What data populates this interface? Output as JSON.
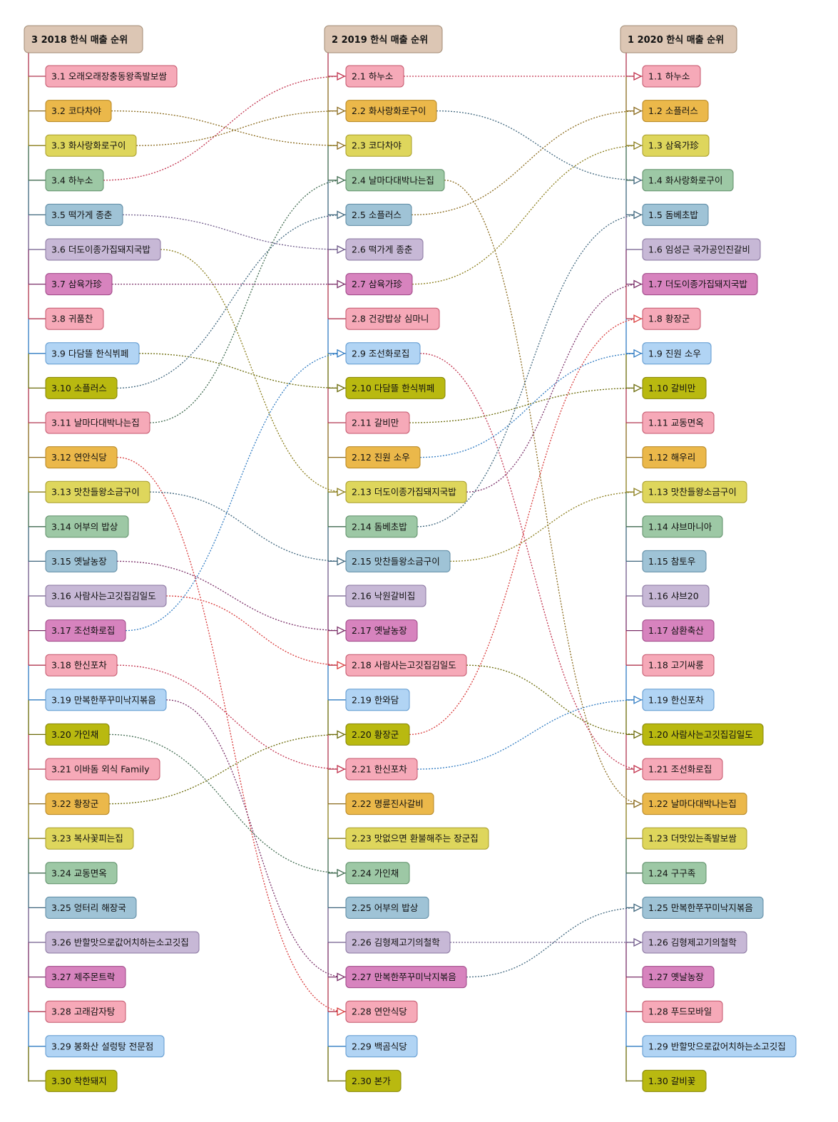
{
  "columns": [
    {
      "id": "c2018",
      "title": "3   2018 한식 매출 순위",
      "items": [
        {
          "label": "3.1   오래오래장충동왕족발보쌈",
          "color": "pink"
        },
        {
          "label": "3.2  코다차야",
          "color": "orange"
        },
        {
          "label": "3.3  화사랑화로구이",
          "color": "yellow"
        },
        {
          "label": "3.4  하누소",
          "color": "green"
        },
        {
          "label": "3.5  떡가게 종춘",
          "color": "blue"
        },
        {
          "label": "3.6   더도이종가집돼지국밥",
          "color": "lavender"
        },
        {
          "label": "3.7  삼육가珍",
          "color": "magenta"
        },
        {
          "label": "3.8  귀품찬",
          "color": "pink"
        },
        {
          "label": "3.9  다담뜰 한식뷔페",
          "color": "lightblue"
        },
        {
          "label": "3.10  소플러스",
          "color": "olive"
        },
        {
          "label": "3.11  날마다대박나는집",
          "color": "pink"
        },
        {
          "label": "3.12  연안식당",
          "color": "orange"
        },
        {
          "label": "3.13  맛찬들왕소금구이",
          "color": "yellow"
        },
        {
          "label": "3.14  어부의 밥상",
          "color": "green"
        },
        {
          "label": "3.15  옛날농장",
          "color": "blue"
        },
        {
          "label": "3.16   사람사는고깃집김일도",
          "color": "lavender"
        },
        {
          "label": "3.17  조선화로집",
          "color": "magenta"
        },
        {
          "label": "3.18  한신포차",
          "color": "pink"
        },
        {
          "label": "3.19   만복한쭈꾸미낙지볶음",
          "color": "lightblue"
        },
        {
          "label": "3.20  가인채",
          "color": "olive"
        },
        {
          "label": "3.21 이바돔 외식 Family",
          "color": "pink"
        },
        {
          "label": "3.22  황장군",
          "color": "orange"
        },
        {
          "label": "3.23  복사꽃피는집",
          "color": "yellow"
        },
        {
          "label": "3.24  교동면옥",
          "color": "green"
        },
        {
          "label": "3.25  엉터리 해장국",
          "color": "blue"
        },
        {
          "label": "3.26   반할맛으로값어치하는소고깃집",
          "color": "lavender"
        },
        {
          "label": "3.27  제주몬트락",
          "color": "magenta"
        },
        {
          "label": "3.28  고래감자탕",
          "color": "pink"
        },
        {
          "label": "3.29  봉화산 설렁탕 전문점",
          "color": "lightblue"
        },
        {
          "label": "3.30  착한돼지",
          "color": "olive"
        }
      ]
    },
    {
      "id": "c2019",
      "title": "2   2019 한식 매출 순위",
      "items": [
        {
          "label": "2.1  하누소",
          "color": "pink"
        },
        {
          "label": "2.2  화사랑화로구이",
          "color": "orange"
        },
        {
          "label": "2.3  코다차야",
          "color": "yellow"
        },
        {
          "label": "2.4   날마다대박나는집",
          "color": "green"
        },
        {
          "label": "2.5  소플러스",
          "color": "blue"
        },
        {
          "label": "2.6  떡가게 종춘",
          "color": "lavender"
        },
        {
          "label": "2.7  삼육가珍",
          "color": "magenta"
        },
        {
          "label": "2.8  건강밥상 심마니",
          "color": "pink"
        },
        {
          "label": "2.9  조선화로집",
          "color": "lightblue"
        },
        {
          "label": "2.10  다담뜰 한식뷔페",
          "color": "olive"
        },
        {
          "label": "2.11  갈비만",
          "color": "pink"
        },
        {
          "label": "2.12  진원 소우",
          "color": "orange"
        },
        {
          "label": "2.13   더도이종가집돼지국밥",
          "color": "yellow"
        },
        {
          "label": "2.14  돔베초밥",
          "color": "green"
        },
        {
          "label": "2.15   맛찬들왕소금구이",
          "color": "blue"
        },
        {
          "label": "2.16  낙원갈비집",
          "color": "lavender"
        },
        {
          "label": "2.17  옛날농장",
          "color": "magenta"
        },
        {
          "label": "2.18   사람사는고깃집김일도",
          "color": "pink"
        },
        {
          "label": "2.19  한와담",
          "color": "lightblue"
        },
        {
          "label": "2.20  황장군",
          "color": "olive"
        },
        {
          "label": "2.21  한신포차",
          "color": "pink"
        },
        {
          "label": "2.22  명륜진사갈비",
          "color": "orange"
        },
        {
          "label": "2.23   맛없으면 환불해주는 장군집",
          "color": "yellow"
        },
        {
          "label": "2.24  가인채",
          "color": "green"
        },
        {
          "label": "2.25  어부의 밥상",
          "color": "blue"
        },
        {
          "label": "2.26   김형제고기의철학",
          "color": "lavender"
        },
        {
          "label": "2.27   만복한쭈꾸미낙지볶음",
          "color": "magenta"
        },
        {
          "label": "2.28  연안식당",
          "color": "pink"
        },
        {
          "label": "2.29  백곰식당",
          "color": "lightblue"
        },
        {
          "label": "2.30  본가",
          "color": "olive"
        }
      ]
    },
    {
      "id": "c2020",
      "title": "1   2020 한식 매출 순위",
      "items": [
        {
          "label": "1.1  하누소",
          "color": "pink"
        },
        {
          "label": "1.2  소플러스",
          "color": "orange"
        },
        {
          "label": "1.3  삼육가珍",
          "color": "yellow"
        },
        {
          "label": "1.4  화사랑화로구이",
          "color": "green"
        },
        {
          "label": "1.5  돔베초밥",
          "color": "blue"
        },
        {
          "label": "1.6   임성근 국가공인진갈비",
          "color": "lavender"
        },
        {
          "label": "1.7   더도이종가집돼지국밥",
          "color": "magenta"
        },
        {
          "label": "1.8  황장군",
          "color": "pink"
        },
        {
          "label": "1.9  진원 소우",
          "color": "lightblue"
        },
        {
          "label": "1.10  갈비만",
          "color": "olive"
        },
        {
          "label": "1.11  교동면옥",
          "color": "pink"
        },
        {
          "label": "1.12  해우리",
          "color": "orange"
        },
        {
          "label": "1.13  맛찬들왕소금구이",
          "color": "yellow"
        },
        {
          "label": "1.14  샤브마니아",
          "color": "green"
        },
        {
          "label": "1.15  참토우",
          "color": "blue"
        },
        {
          "label": "1.16  샤브20",
          "color": "lavender"
        },
        {
          "label": "1.17  삼환축산",
          "color": "magenta"
        },
        {
          "label": "1.18  고기싸롱",
          "color": "pink"
        },
        {
          "label": "1.19  한신포차",
          "color": "lightblue"
        },
        {
          "label": "1.20   사람사는고깃집김일도",
          "color": "olive"
        },
        {
          "label": "1.21  조선화로집",
          "color": "pink"
        },
        {
          "label": "1.22  날마다대박나는집",
          "color": "orange"
        },
        {
          "label": "1.23  더맛있는족발보쌈",
          "color": "yellow"
        },
        {
          "label": "1.24  구구족",
          "color": "green"
        },
        {
          "label": "1.25   만복한쭈꾸미낙지볶음",
          "color": "blue"
        },
        {
          "label": "1.26  김형제고기의철학",
          "color": "lavender"
        },
        {
          "label": "1.27  옛날농장",
          "color": "magenta"
        },
        {
          "label": "1.28  푸드모바일",
          "color": "pink"
        },
        {
          "label": "1.29   반할맛으로값어치하는소고깃집",
          "color": "lightblue"
        },
        {
          "label": "1.30  갈비꽃",
          "color": "olive"
        }
      ]
    }
  ],
  "palette": {
    "header": {
      "fill": "#dcc6b4",
      "stroke": "#a28b74"
    },
    "pink": {
      "fill": "#f6a9b8",
      "stroke": "#c4566c",
      "line": "#b0364f"
    },
    "orange": {
      "fill": "#ebb84a",
      "stroke": "#b58521",
      "line": "#8a6a1c"
    },
    "yellow": {
      "fill": "#ded65c",
      "stroke": "#a89d2a",
      "line": "#8a7d1a"
    },
    "green": {
      "fill": "#9dc8a5",
      "stroke": "#5e8f68",
      "line": "#3f6a4f"
    },
    "blue": {
      "fill": "#9fc3d6",
      "stroke": "#5c8aa3",
      "line": "#3f667d"
    },
    "lavender": {
      "fill": "#c7b8d6",
      "stroke": "#8a76a0",
      "line": "#6f5a8a"
    },
    "magenta": {
      "fill": "#d783be",
      "stroke": "#9d4485",
      "line": "#7a2f68"
    },
    "lightblue": {
      "fill": "#b1d4f4",
      "stroke": "#5f99cf",
      "line": "#2f7bc2"
    },
    "olive": {
      "fill": "#b9b910",
      "stroke": "#858506",
      "line": "#6a6a08"
    }
  },
  "columnLineColors": {
    "c2018": [
      "#9a8a3a",
      "#b0364f",
      "#8a6a1c",
      "#3f6a4f",
      "#6f5a8a",
      "#2f7bc2",
      "#d93a3a"
    ],
    "c2019": [
      "#b0364f",
      "#8a6a1c",
      "#3f6a4f",
      "#6f5a8a",
      "#2f7bc2",
      "#d93a3a"
    ],
    "c2020": [
      "#b0364f",
      "#8a6a1c",
      "#3f6a4f",
      "#6f5a8a",
      "#2f7bc2",
      "#d93a3a"
    ]
  },
  "links": [
    {
      "from": "c2018.3",
      "to": "c2019.0",
      "color": "#c2334e"
    },
    {
      "from": "c2018.1",
      "to": "c2019.2",
      "color": "#8a6a1c"
    },
    {
      "from": "c2018.2",
      "to": "c2019.1",
      "color": "#8a6a1c"
    },
    {
      "from": "c2018.4",
      "to": "c2019.5",
      "color": "#6f5a8a"
    },
    {
      "from": "c2018.5",
      "to": "c2019.12",
      "color": "#8a7d1a"
    },
    {
      "from": "c2018.6",
      "to": "c2019.6",
      "color": "#7a2f68"
    },
    {
      "from": "c2018.8",
      "to": "c2019.9",
      "color": "#6a6a08"
    },
    {
      "from": "c2018.9",
      "to": "c2019.4",
      "color": "#3f667d"
    },
    {
      "from": "c2018.10",
      "to": "c2019.3",
      "color": "#3f6a4f"
    },
    {
      "from": "c2018.11",
      "to": "c2019.27",
      "color": "#d93a3a"
    },
    {
      "from": "c2018.12",
      "to": "c2019.14",
      "color": "#3f667d"
    },
    {
      "from": "c2018.14",
      "to": "c2019.16",
      "color": "#7a2f68"
    },
    {
      "from": "c2018.15",
      "to": "c2019.17",
      "color": "#d93a3a"
    },
    {
      "from": "c2018.16",
      "to": "c2019.8",
      "color": "#2f7bc2"
    },
    {
      "from": "c2018.17",
      "to": "c2019.20",
      "color": "#c2334e"
    },
    {
      "from": "c2018.18",
      "to": "c2019.26",
      "color": "#7a2f68"
    },
    {
      "from": "c2018.19",
      "to": "c2019.23",
      "color": "#3f6a4f"
    },
    {
      "from": "c2018.21",
      "to": "c2019.19",
      "color": "#6a6a08"
    },
    {
      "from": "c2019.0",
      "to": "c2020.0",
      "color": "#c2334e"
    },
    {
      "from": "c2019.1",
      "to": "c2020.3",
      "color": "#3f667d"
    },
    {
      "from": "c2019.4",
      "to": "c2020.1",
      "color": "#8a6a1c"
    },
    {
      "from": "c2019.6",
      "to": "c2020.2",
      "color": "#8a7d1a"
    },
    {
      "from": "c2019.3",
      "to": "c2020.21",
      "color": "#8a6a1c"
    },
    {
      "from": "c2019.8",
      "to": "c2020.20",
      "color": "#c2334e"
    },
    {
      "from": "c2019.10",
      "to": "c2020.9",
      "color": "#6a6a08"
    },
    {
      "from": "c2019.11",
      "to": "c2020.8",
      "color": "#2f7bc2"
    },
    {
      "from": "c2019.12",
      "to": "c2020.6",
      "color": "#7a2f68"
    },
    {
      "from": "c2019.13",
      "to": "c2020.4",
      "color": "#3f667d"
    },
    {
      "from": "c2019.14",
      "to": "c2020.12",
      "color": "#8a7d1a"
    },
    {
      "from": "c2019.17",
      "to": "c2020.19",
      "color": "#6a6a08"
    },
    {
      "from": "c2019.19",
      "to": "c2020.7",
      "color": "#d93a3a"
    },
    {
      "from": "c2019.20",
      "to": "c2020.18",
      "color": "#2f7bc2"
    },
    {
      "from": "c2019.25",
      "to": "c2020.25",
      "color": "#6f5a8a"
    },
    {
      "from": "c2019.26",
      "to": "c2020.24",
      "color": "#3f667d"
    }
  ]
}
